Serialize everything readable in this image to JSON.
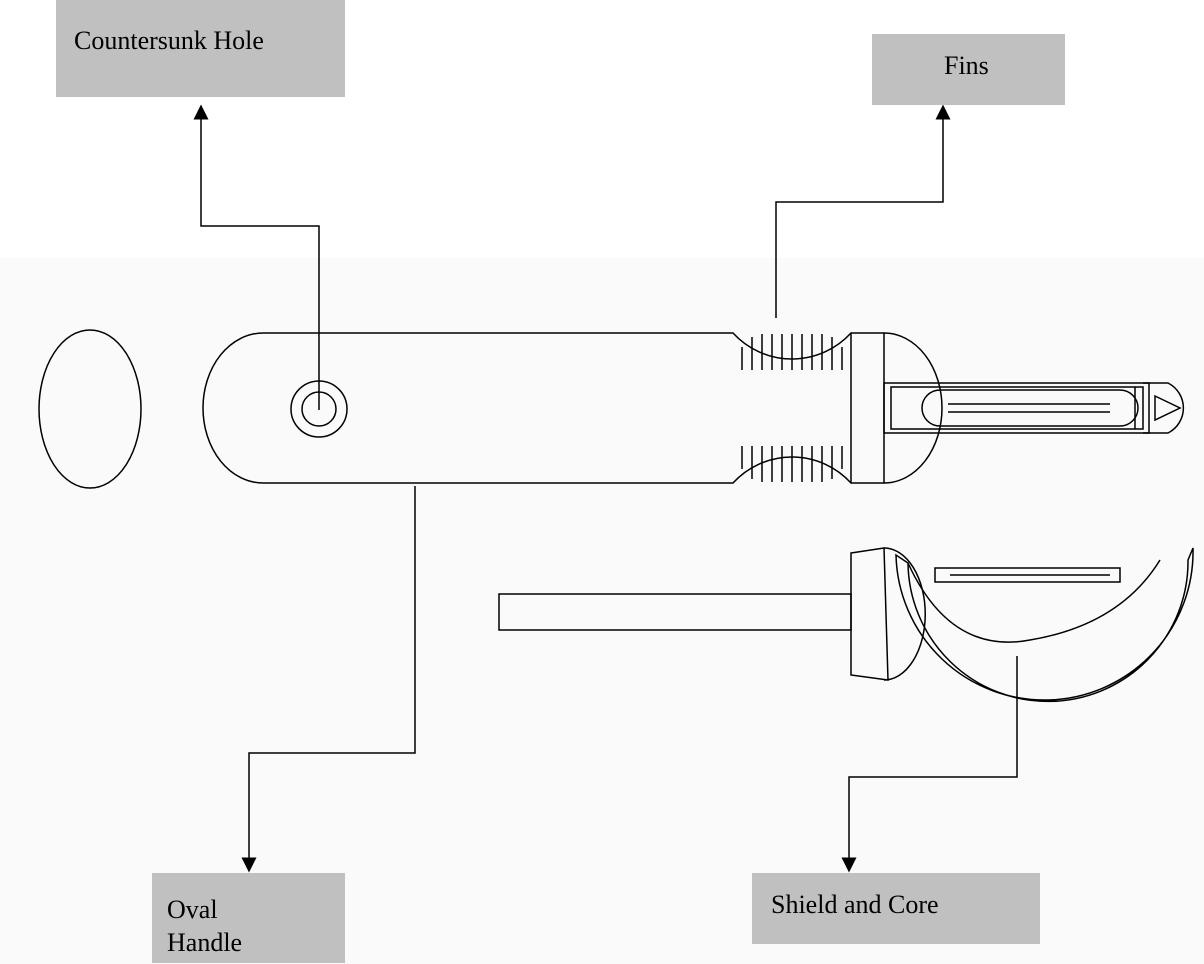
{
  "labels": {
    "countersunk_hole": "Countersunk Hole",
    "fins": "Fins",
    "oval_handle_line1": "Oval",
    "oval_handle_line2": "Handle",
    "shield_and_core": "Shield and Core"
  },
  "colors": {
    "label_background": "#c0c0c0",
    "line": "#000000",
    "canvas_band": "#fafafa"
  }
}
